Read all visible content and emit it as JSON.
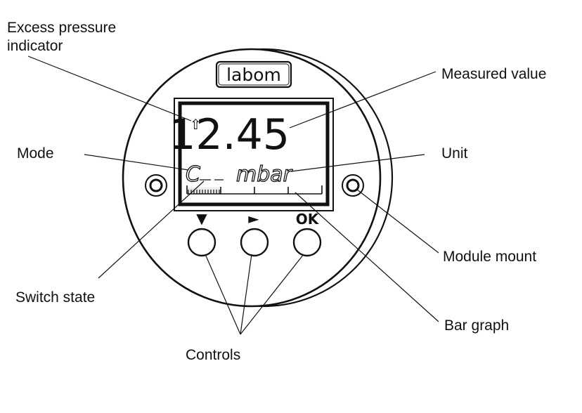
{
  "brand": {
    "logo_text": "labom"
  },
  "display": {
    "measured_value": "12.45",
    "mode_text": "C",
    "unit_text": "mbar",
    "excess_pressure_symbol": "⇧"
  },
  "buttons": {
    "down_label": "▼",
    "right_label": "►",
    "ok_label": "OK"
  },
  "labels": {
    "excess_pressure_line1": "Excess pressure",
    "excess_pressure_line2": "indicator",
    "measured_value": "Measured value",
    "mode": "Mode",
    "unit": "Unit",
    "module_mount": "Module mount",
    "switch_state": "Switch state",
    "bar_graph": "Bar graph",
    "controls": "Controls"
  }
}
